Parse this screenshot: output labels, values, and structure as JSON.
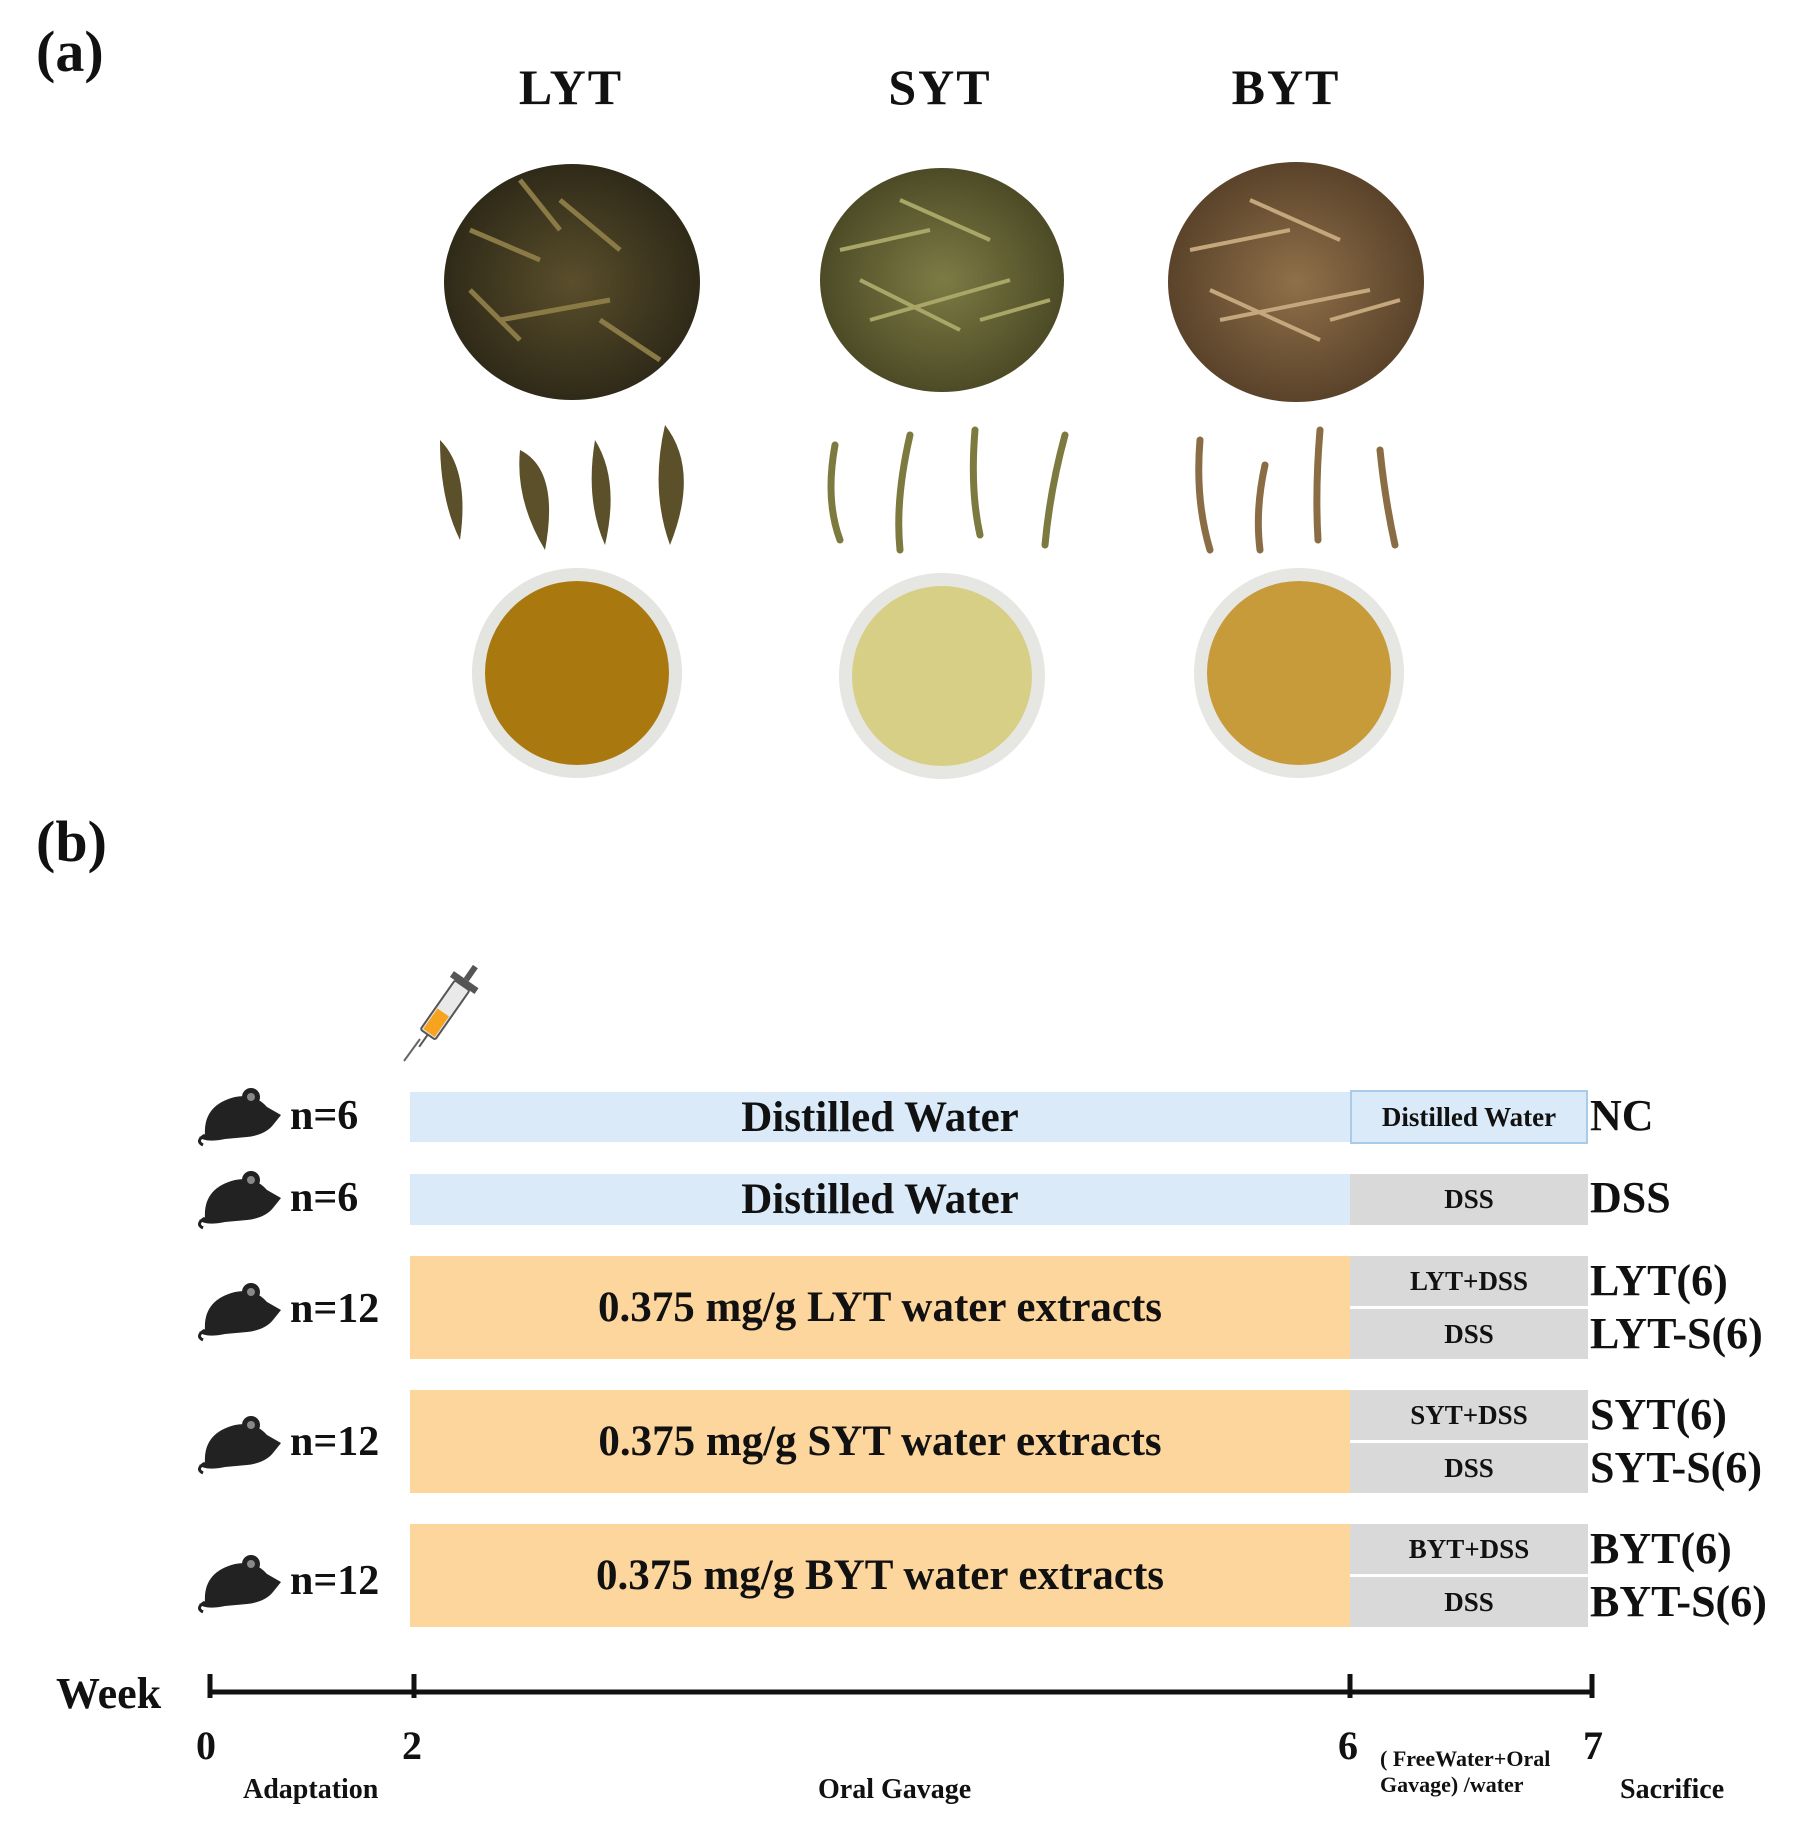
{
  "panel_a": {
    "label": "(a)",
    "teas": [
      {
        "name": "LYT",
        "liquor_color": "#a9780e",
        "leaf_color": "#4a3f22"
      },
      {
        "name": "SYT",
        "liquor_color": "#d7cf86",
        "leaf_color": "#6c6a37"
      },
      {
        "name": "BYT",
        "liquor_color": "#c79a3a",
        "leaf_color": "#7a5f3c"
      }
    ]
  },
  "panel_b": {
    "label": "(b)",
    "rows": [
      {
        "n": "n=6",
        "main": "Distilled Water",
        "main_type": "water",
        "sub": [
          "Distilled Water"
        ],
        "sub_type": "nc",
        "groups": [
          "NC"
        ]
      },
      {
        "n": "n=6",
        "main": "Distilled Water",
        "main_type": "water",
        "sub": [
          "DSS"
        ],
        "sub_type": "dss",
        "groups": [
          "DSS"
        ]
      },
      {
        "n": "n=12",
        "main": "0.375 mg/g LYT  water extracts",
        "main_type": "extract",
        "sub": [
          "LYT+DSS",
          "DSS"
        ],
        "sub_type": "dss",
        "groups": [
          "LYT(6)",
          "LYT-S(6)"
        ]
      },
      {
        "n": "n=12",
        "main": "0.375 mg/g SYT  water extracts",
        "main_type": "extract",
        "sub": [
          "SYT+DSS",
          "DSS"
        ],
        "sub_type": "dss",
        "groups": [
          "SYT(6)",
          "SYT-S(6)"
        ]
      },
      {
        "n": "n=12",
        "main": "0.375 mg/g BYT  water extracts",
        "main_type": "extract",
        "sub": [
          "BYT+DSS",
          "DSS"
        ],
        "sub_type": "dss",
        "groups": [
          "BYT(6)",
          "BYT-S(6)"
        ]
      }
    ],
    "axis": {
      "label": "Week",
      "ticks": [
        "0",
        "2",
        "6",
        "7"
      ],
      "phases": [
        "Adaptation",
        "Oral Gavage",
        "( FreeWater+Oral\nGavage) /water",
        "Sacrifice"
      ]
    },
    "colors": {
      "water": "#daeaf8",
      "extract": "#fcd69d",
      "dss": "#d9d9d9"
    }
  }
}
